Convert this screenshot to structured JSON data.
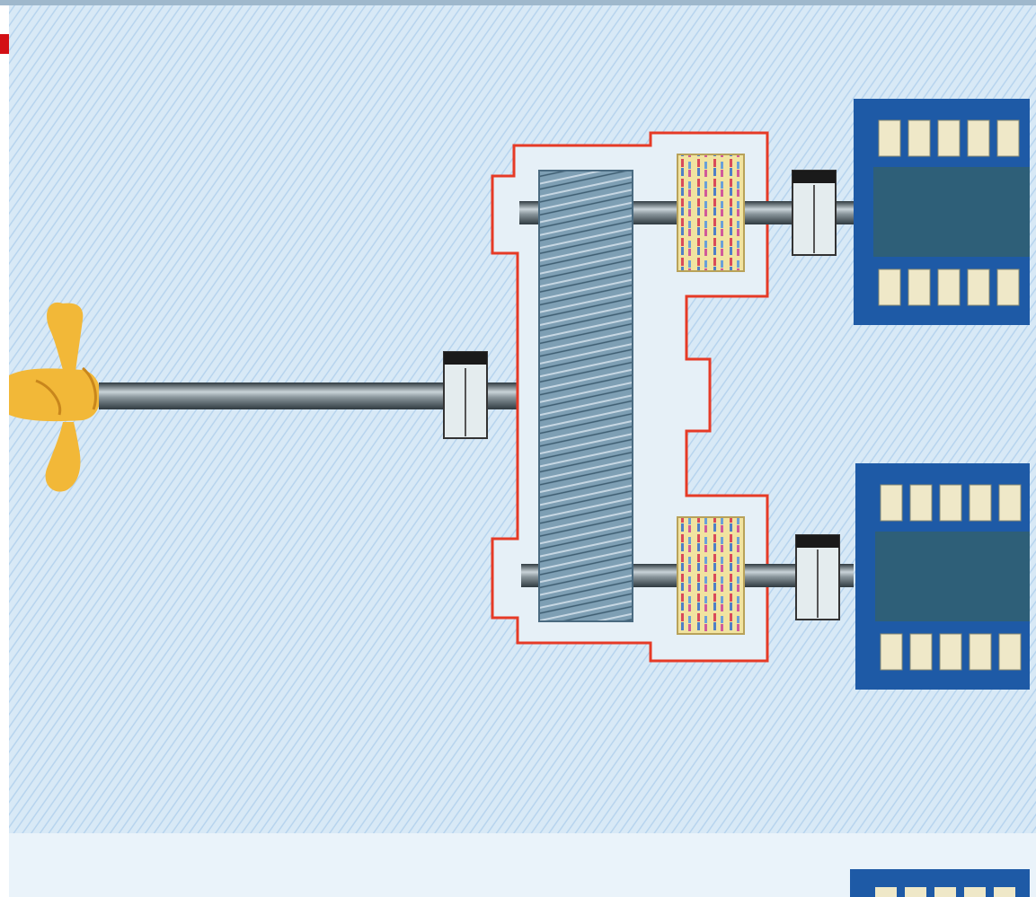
{
  "diagram": {
    "kind": "marine-propulsion-gearbox-schematic",
    "components": [
      {
        "id": "propeller",
        "icon": "propeller-icon"
      },
      {
        "id": "propeller-shaft",
        "icon": "shaft-icon"
      },
      {
        "id": "thrust-bearing",
        "icon": "bearing-icon"
      },
      {
        "id": "gearbox-casing",
        "icon": "casing-icon"
      },
      {
        "id": "bull-gear",
        "icon": "gear-icon"
      },
      {
        "id": "upper-pinion",
        "icon": "gear-icon"
      },
      {
        "id": "lower-pinion",
        "icon": "gear-icon"
      },
      {
        "id": "upper-coupling",
        "icon": "coupling-icon"
      },
      {
        "id": "lower-coupling",
        "icon": "coupling-icon"
      },
      {
        "id": "upper-engine",
        "icon": "engine-icon"
      },
      {
        "id": "lower-engine",
        "icon": "engine-icon"
      },
      {
        "id": "partial-engine",
        "icon": "engine-icon"
      }
    ]
  },
  "colors": {
    "background": "#d8e9f6",
    "background_stripe": "#b7d4ee",
    "lower_strip": "#eaf3fa",
    "casing_outline": "#e63a26",
    "casing_fill": "#e6f0f7",
    "shaft_dark": "#2f3a40",
    "shaft_light": "#c9d3d8",
    "gear_fill": "#7e9fb4",
    "pinion_fill": "#f1e3a0",
    "engine_blue": "#1e5aa6",
    "engine_dark": "#2e5f78",
    "engine_cylinder": "#efe8c8",
    "propeller": "#f2b838",
    "bullet": "#d31015"
  }
}
